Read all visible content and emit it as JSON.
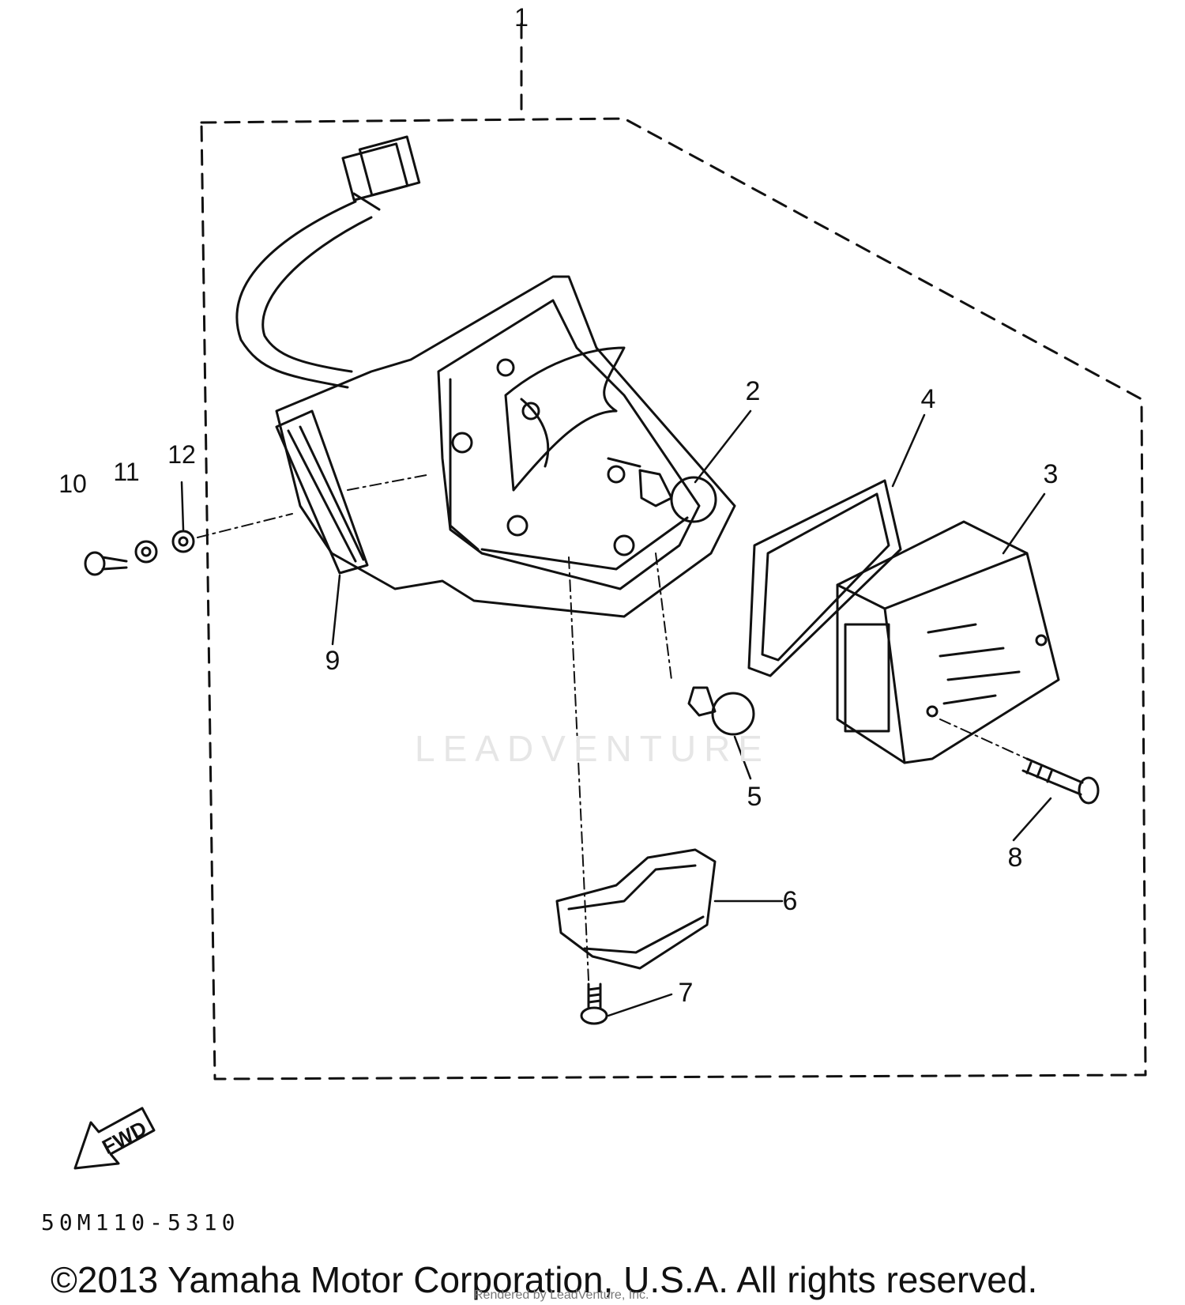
{
  "callouts": {
    "c1": "1",
    "c2": "2",
    "c3": "3",
    "c4": "4",
    "c5": "5",
    "c6": "6",
    "c7": "7",
    "c8": "8",
    "c9": "9",
    "c10": "10",
    "c11": "11",
    "c12": "12"
  },
  "fwd_arrow": "FWD",
  "watermark": "LEADVENTURE",
  "diagram_code": "50M110-5310",
  "copyright": "©2013 Yamaha Motor Corporation, U.S.A. All rights reserved.",
  "rendered_by": "Rendered by LeadVenture, Inc."
}
